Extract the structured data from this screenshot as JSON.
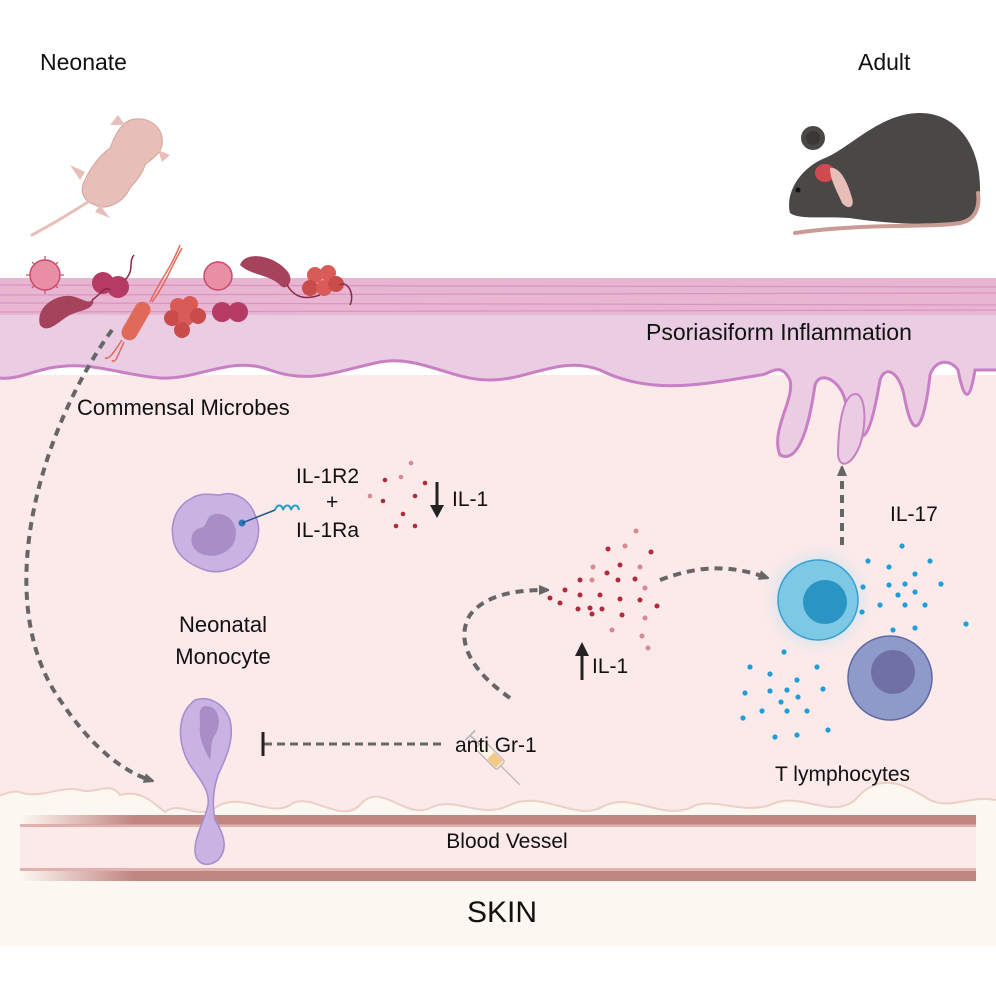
{
  "figure": {
    "labels": {
      "neonate": "Neonate",
      "adult": "Adult",
      "psoriasiform": "Psoriasiform Inflammation",
      "commensal": "Commensal Microbes",
      "il1r2": "IL-1R2",
      "plus": "+",
      "il1ra": "IL-1Ra",
      "il1_down": "IL-1",
      "neonatal_monocyte_line1": "Neonatal",
      "neonatal_monocyte_line2": "Monocyte",
      "il1_up": "IL-1",
      "il17": "IL-17",
      "anti_gr1": "anti Gr-1",
      "t_lymphocytes": "T lymphocytes",
      "blood_vessel": "Blood Vessel",
      "skin": "SKIN"
    },
    "icons": {
      "neonate_mouse": "neonate-mouse-icon",
      "adult_mouse": "adult-mouse-icon",
      "microbes": "microbe-icon",
      "monocyte": "monocyte-icon",
      "syringe": "syringe-icon",
      "t_cell_active": "t-cell-icon",
      "t_cell_other": "lymphocyte-icon"
    },
    "colors": {
      "epidermis_top": "#e8b6d2",
      "epidermis": "#eacde3",
      "dermis": "#fce9e9",
      "hypodermis": "#fdf7f1",
      "membrane": "#c97fc4",
      "vessel_wall": "#c08682",
      "monocyte": "#c9b3e3",
      "il1_dot": "#b02a3a",
      "il17_dot": "#1e9fd8",
      "t_cell_active": "#7dc8e4",
      "t_cell_other": "#8e9bc9",
      "arrow": "#666666",
      "mouse_adult": "#4a4747",
      "mouse_neonate": "#e7bfb8"
    }
  }
}
